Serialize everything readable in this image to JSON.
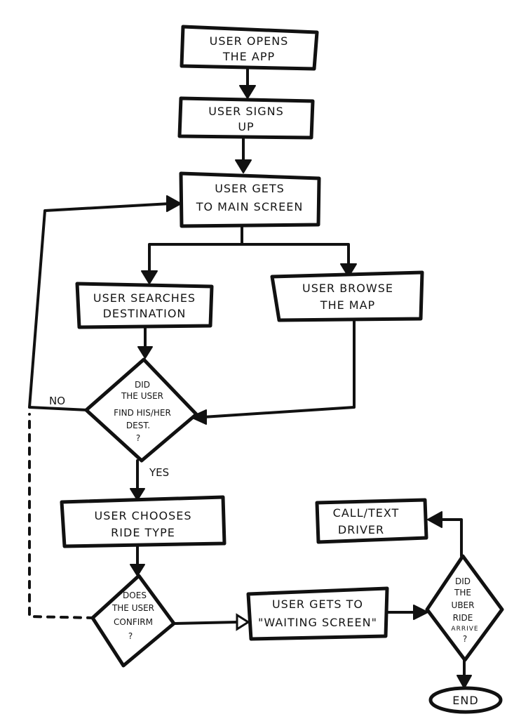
{
  "nodes": {
    "open_app": [
      "USER OPENS",
      "THE APP"
    ],
    "sign_up": [
      "USER SIGNS",
      "UP"
    ],
    "main_screen": [
      "USER GETS",
      "TO MAIN SCREEN"
    ],
    "search_destination": [
      "USER SEARCHES",
      "DESTINATION"
    ],
    "browse_map": [
      "USER BROWSE",
      "THE MAP"
    ],
    "find_destination": [
      "DID",
      "THE USER",
      "FIND HIS/HER",
      "DEST.",
      "?"
    ],
    "choose_ride": [
      "USER CHOOSES",
      "RIDE TYPE"
    ],
    "confirm": [
      "DOES",
      "THE USER",
      "CONFIRM",
      "?"
    ],
    "waiting_screen": [
      "USER GETS TO",
      "\"WAITING SCREEN\""
    ],
    "call_driver": [
      "CALL/TEXT",
      "DRIVER"
    ],
    "ride_arrived": [
      "DID",
      "THE",
      "UBER",
      "RIDE",
      "ARRIVE",
      "?"
    ],
    "end": [
      "END"
    ]
  },
  "edge_labels": {
    "no": "NO",
    "yes": "YES"
  }
}
